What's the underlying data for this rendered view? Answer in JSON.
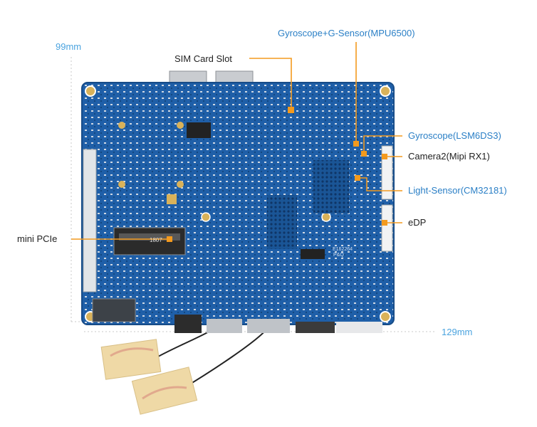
{
  "dimensions": {
    "height": "99mm",
    "width": "129mm"
  },
  "labels": {
    "sim_card_slot": "SIM Card Slot",
    "gyro_gsensor": "Gyroscope+G-Sensor(MPU6500)",
    "gyro_lsm6ds3": "Gyroscope(LSM6DS3)",
    "camera2": "Camera2(Mipi RX1)",
    "light_sensor": "Light-Sensor(CM32181)",
    "edp": "eDP",
    "mini_pcie": "mini PCIe"
  },
  "board_markings": {
    "chip_text_1": "E162264",
    "chip_text_2": "P&Q",
    "pcie_mark": "1807"
  },
  "colors": {
    "board": "#1f5fa8",
    "leader": "#f39a1e",
    "label_dark": "#222222",
    "label_blue": "#2a7fc6",
    "dimension": "#4aa3df"
  }
}
